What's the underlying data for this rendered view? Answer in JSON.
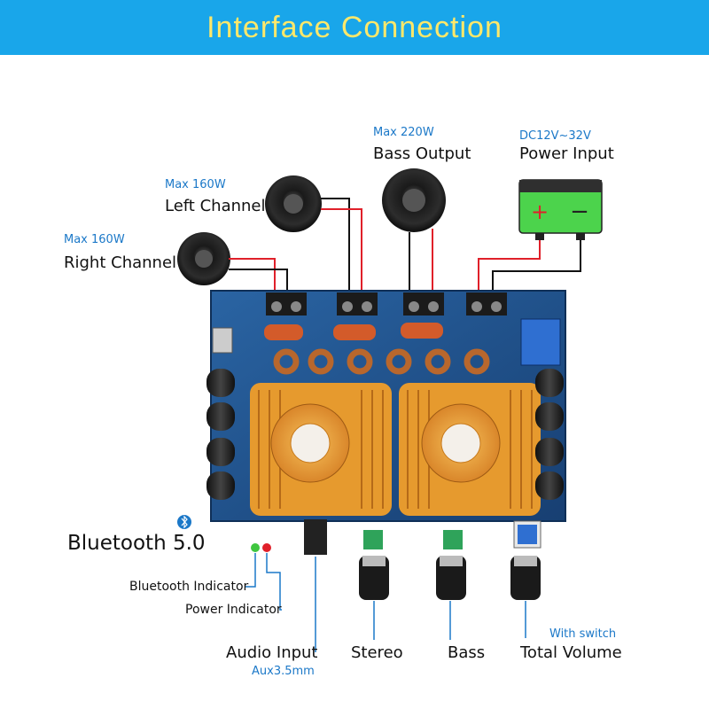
{
  "header": {
    "title": "Interface  Connection"
  },
  "outputs": {
    "right_channel": {
      "max": "Max 160W",
      "name": "Right Channel"
    },
    "left_channel": {
      "max": "Max 160W",
      "name": "Left Channel"
    },
    "bass_output": {
      "max": "Max 220W",
      "name": "Bass Output"
    },
    "power_input": {
      "voltage": "DC12V~32V",
      "name": "Power Input"
    }
  },
  "battery": {
    "plus": "+",
    "minus": "−"
  },
  "bluetooth": {
    "label": "Bluetooth 5.0"
  },
  "indicators": {
    "bluetooth": "Bluetooth Indicator",
    "power": "Power Indicator"
  },
  "controls": {
    "audio_input": {
      "name": "Audio Input",
      "sub": "Aux3.5mm"
    },
    "stereo": "Stereo",
    "bass": "Bass",
    "total_volume": {
      "name": "Total Volume",
      "note": "With switch"
    }
  },
  "colors": {
    "header": "#19a6ea",
    "title": "#ffe86a",
    "board": "#1d4f8a",
    "heatsink": "#e69a2e",
    "accent_blue": "#1b78c8",
    "battery": "#4cd34c"
  }
}
